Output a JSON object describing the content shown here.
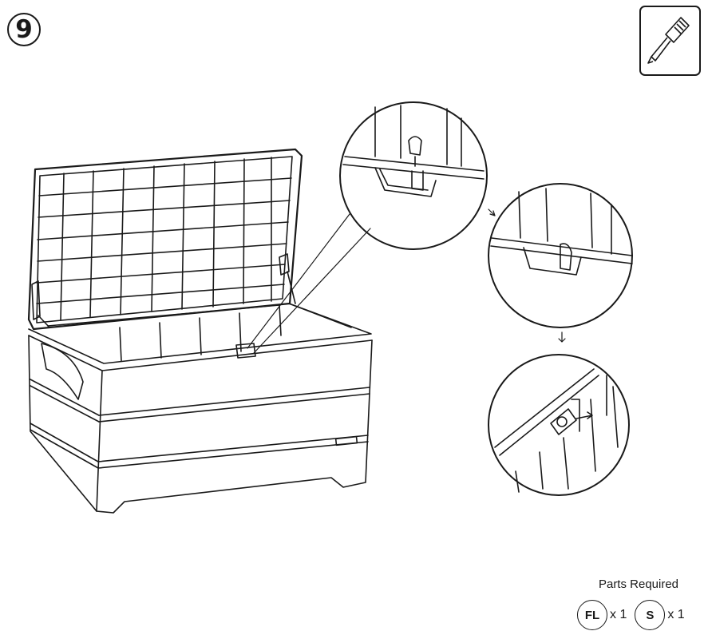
{
  "step": {
    "number": "9"
  },
  "tool": {
    "icon": "screwdriver-icon"
  },
  "parts": {
    "title": "Parts Required",
    "items": [
      {
        "code": "FL",
        "qty": "x 1"
      },
      {
        "code": "S",
        "qty": "x 1"
      }
    ]
  },
  "colors": {
    "line": "#1a1a1a",
    "background": "#ffffff"
  }
}
